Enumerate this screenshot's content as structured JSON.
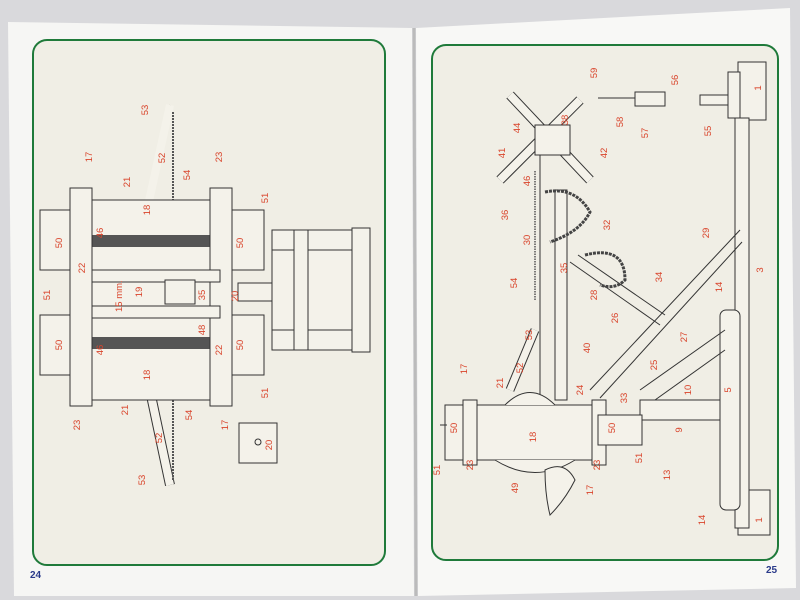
{
  "left_page": {
    "page_number": "24",
    "labels": [
      "53",
      "52",
      "54",
      "17",
      "21",
      "18",
      "23",
      "51",
      "46",
      "50",
      "50",
      "22",
      "51",
      "19",
      "35",
      "20",
      "48",
      "50",
      "50",
      "46",
      "22",
      "18",
      "21",
      "51",
      "23",
      "17",
      "54",
      "52",
      "20",
      "53"
    ],
    "dimension_note": "15 mm."
  },
  "right_page": {
    "page_number": "25",
    "labels": [
      "59",
      "56",
      "1",
      "38",
      "44",
      "58",
      "57",
      "55",
      "41",
      "42",
      "46",
      "36",
      "32",
      "30",
      "29",
      "35",
      "3",
      "34",
      "54",
      "14",
      "28",
      "26",
      "27",
      "40",
      "53",
      "25",
      "52",
      "21",
      "17",
      "24",
      "33",
      "10",
      "5",
      "50",
      "50",
      "18",
      "9",
      "51",
      "23",
      "23",
      "51",
      "13",
      "17",
      "49",
      "14",
      "1"
    ]
  },
  "colors": {
    "frame": "#1f7a3a",
    "label": "#d9442b",
    "page_number": "#2a3a8a",
    "paper": "#f4f2ea"
  }
}
